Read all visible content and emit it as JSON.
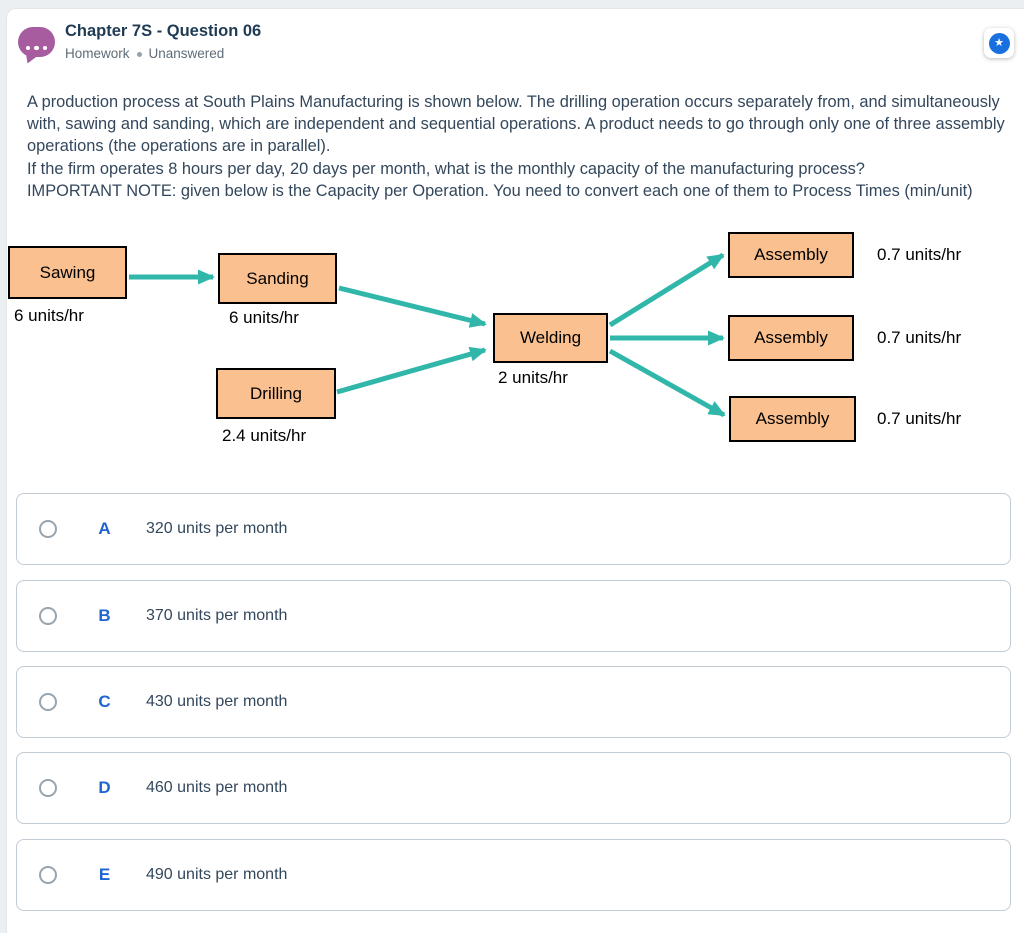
{
  "page": {
    "background": "#eceff1",
    "card_background": "#ffffff"
  },
  "header": {
    "title": "Chapter 7S - Question 06",
    "category": "Homework",
    "status": "Unanswered",
    "icons": {
      "discussion": "speech-bubble-ellipsis-icon",
      "favorite": "star-in-circle-icon"
    },
    "colors": {
      "bubble": "#a85ca0",
      "star_circle": "#1a6fe0",
      "title": "#1f3b54",
      "meta": "#5f6c77"
    },
    "star_glyph": "★"
  },
  "question": {
    "paragraphs": [
      "A production process at South Plains Manufacturing is shown below. The drilling operation occurs separately from, and simultaneously with, sawing and sanding, which are independent and sequential operations. A product needs to go through only one of three assembly operations (the operations are in parallel).",
      "If the firm operates 8 hours per day, 20 days per month, what is the monthly capacity of the manufacturing process?",
      "IMPORTANT NOTE: given below is the Capacity per Operation. You need to convert each one of them to Process Times (min/unit)"
    ]
  },
  "diagram": {
    "colors": {
      "box_fill": "#fac090",
      "box_border": "#000000",
      "arrow": "#31b7a9"
    },
    "sawing": {
      "label": "Sawing",
      "rate": "6 units/hr"
    },
    "sanding": {
      "label": "Sanding",
      "rate": "6 units/hr"
    },
    "drilling": {
      "label": "Drilling",
      "rate": "2.4 units/hr"
    },
    "welding": {
      "label": "Welding",
      "rate": "2 units/hr"
    },
    "assembly_top": {
      "label": "Assembly",
      "rate": "0.7 units/hr"
    },
    "assembly_middle": {
      "label": "Assembly",
      "rate": "0.7 units/hr"
    },
    "assembly_bottom": {
      "label": "Assembly",
      "rate": "0.7 units/hr"
    },
    "edges": [
      "sawing→sanding",
      "sanding→welding",
      "drilling→welding",
      "welding→assembly_top",
      "welding→assembly_middle",
      "welding→assembly_bottom"
    ]
  },
  "options": [
    {
      "letter": "A",
      "text": "320 units per month"
    },
    {
      "letter": "B",
      "text": "370 units per month"
    },
    {
      "letter": "C",
      "text": "430 units per month"
    },
    {
      "letter": "D",
      "text": "460 units per month"
    },
    {
      "letter": "E",
      "text": "490 units per month"
    }
  ]
}
